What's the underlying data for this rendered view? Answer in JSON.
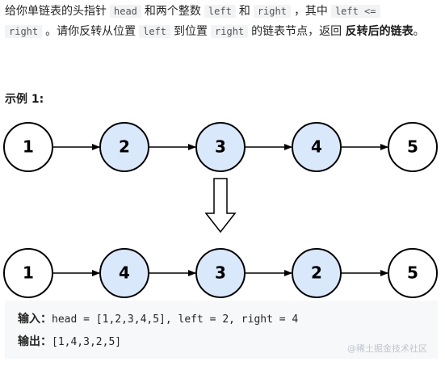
{
  "problem": {
    "t1": "给你单链表的头指针",
    "head": "head",
    "t2": "和两个整数",
    "left": "left",
    "t3": "和",
    "right": "right",
    "t4": "，其中",
    "cond_a": "left <=",
    "cond_b": "right",
    "t5": "。请你反转从位置",
    "t6": "到位置",
    "t7": "的链表节点，返回",
    "bold": "反转后的链表",
    "t8": "。"
  },
  "example_title": "示例 1:",
  "diagram": {
    "before": [
      "1",
      "2",
      "3",
      "4",
      "5"
    ],
    "after": [
      "1",
      "4",
      "3",
      "2",
      "5"
    ],
    "highlight_fill": "#dae8fc",
    "plain_fill": "#ffffff",
    "stroke": "#000000"
  },
  "io": {
    "input_label": "输入：",
    "input_value": "head = [1,2,3,4,5], left = 2, right = 4",
    "output_label": "输出：",
    "output_value": "[1,4,3,2,5]"
  },
  "watermark": "@稀土掘金技术社区"
}
